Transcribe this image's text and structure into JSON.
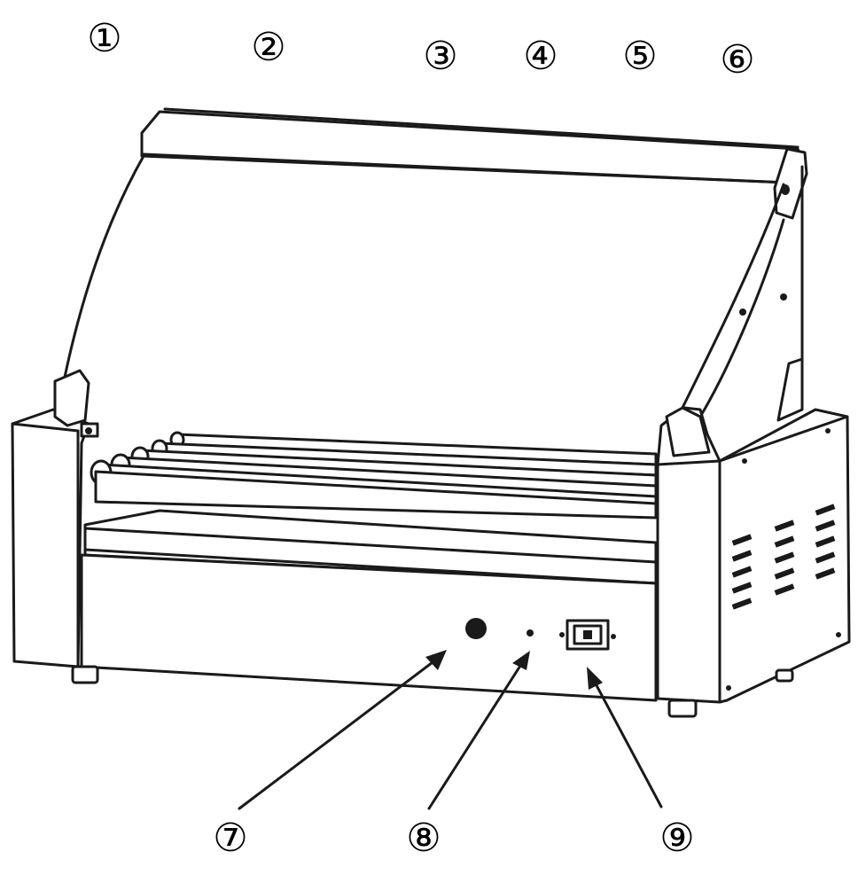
{
  "markers_top": [
    "①",
    "②",
    "③",
    "④",
    "⑤",
    "⑥"
  ],
  "markers_bottom": [
    "⑦",
    "⑧",
    "⑨"
  ]
}
